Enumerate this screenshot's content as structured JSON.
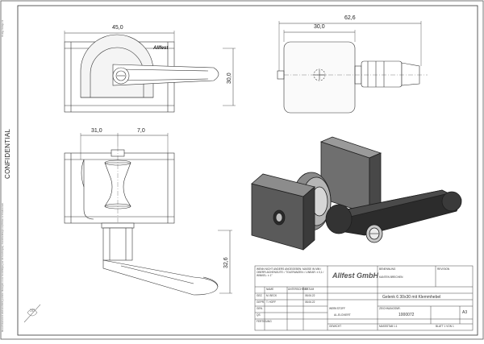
{
  "side_left": {
    "confidential": "CONFIDENTIAL",
    "tiny_top": "Prodigy Vorlage #1",
    "tiny_bottom": "Dieses Dokument ist urheberrechtlich geschützt. Weitergabe sowie Vervielfältigung nur mit Genehmigung. Zuwiderhandlungen verpflichten zu Schadenersatz."
  },
  "dimensions": {
    "front_width": "45,0",
    "front_height": "30,0",
    "side_total": "62,6",
    "side_block": "30,0",
    "top_left": "31,0",
    "top_right": "7,0",
    "lever_height": "32,6"
  },
  "part_text": {
    "brand_on_part": "Allfest"
  },
  "title_block": {
    "company": "Allfest GmbH",
    "title": "Gelenk 6 30x30 mit Klemmhebel",
    "drawing_number": "1000072",
    "size": "A3",
    "notes": "WENN NICHT ANDERS ANGEGEBEN: MASSE IN MM / OBERFLÄCHENGÜTE: / TOLERANZEN: / LINEAR: ± 0,1 / WINKEL: ± 1°",
    "material_label": "WERKSTOFF",
    "weight_label": "GEWICHT",
    "scale": "MASSSTAB 1:1",
    "sheet": "BLATT 1 VON 1",
    "surface": "AL-ELOXIERT",
    "rows": [
      "NAME",
      "UNTERSCHRIFT",
      "DATUM",
      "GEZ.",
      "GEPR.",
      "GEN.",
      "QS",
      "FERTIGUNG"
    ],
    "names": [
      "M. BECK",
      "T. HOFF"
    ],
    "dates": [
      "08.06.22",
      "08.06.22"
    ],
    "revision": "REVISION",
    "finish": "KANTEN BRECHEN",
    "header_cells": [
      "BENENNUNG",
      "ZEICHNUNGSNR."
    ]
  },
  "logo": {
    "mark": "3D"
  }
}
